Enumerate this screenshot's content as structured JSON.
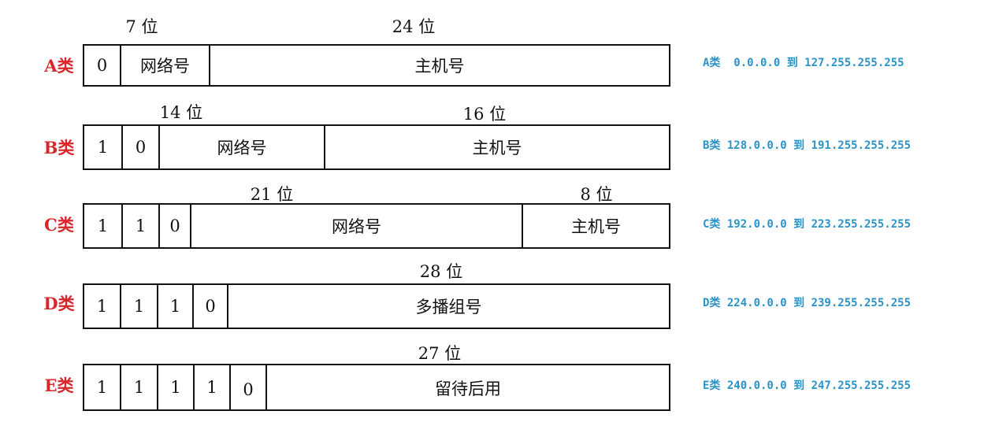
{
  "rows": [
    {
      "label": "A类",
      "bit_labels": [
        {
          "text": "7 位"
        },
        {
          "text": "24 位"
        }
      ],
      "cells": [
        "0",
        "网络号",
        "主机号"
      ],
      "range": "A类  0.0.0.0 到 127.255.255.255"
    },
    {
      "label": "B类",
      "bit_labels": [
        {
          "text": "14 位"
        },
        {
          "text": "16 位"
        }
      ],
      "cells": [
        "1",
        "0",
        "网络号",
        "主机号"
      ],
      "range": "B类 128.0.0.0 到 191.255.255.255"
    },
    {
      "label": "C类",
      "bit_labels": [
        {
          "text": "21 位"
        },
        {
          "text": "8 位"
        }
      ],
      "cells": [
        "1",
        "1",
        "0",
        "网络号",
        "主机号"
      ],
      "range": "C类 192.0.0.0 到 223.255.255.255"
    },
    {
      "label": "D类",
      "bit_labels": [
        {
          "text": "28 位"
        }
      ],
      "cells": [
        "1",
        "1",
        "1",
        "0",
        "多播组号"
      ],
      "range": "D类 224.0.0.0 到 239.255.255.255"
    },
    {
      "label": "E类",
      "bit_labels": [
        {
          "text": "27 位"
        }
      ],
      "cells": [
        "1",
        "1",
        "1",
        "1",
        "0",
        "留待后用"
      ],
      "range": "E类 240.0.0.0 到 247.255.255.255"
    }
  ]
}
